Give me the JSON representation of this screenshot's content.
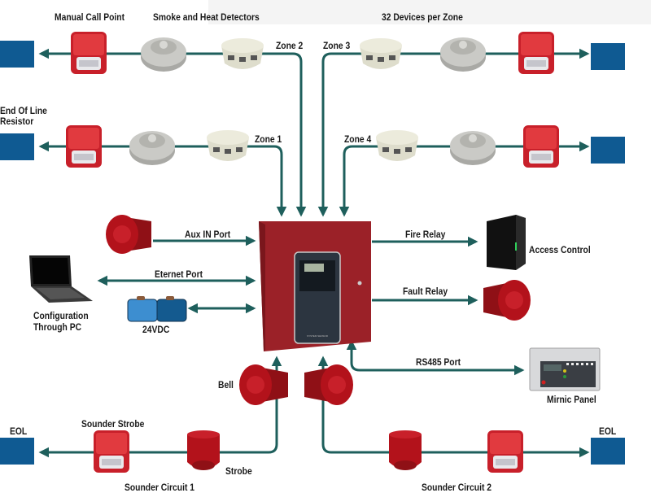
{
  "title_labels": {
    "manual_call_point": "Manual Call Point",
    "smoke_heat_detectors": "Smoke and Heat Detectors",
    "devices_per_zone": "32 Devices per Zone",
    "end_of_line_resistor_line1": "End Of Line",
    "end_of_line_resistor_line2": "Resistor"
  },
  "zones": [
    {
      "label": "Zone 1"
    },
    {
      "label": "Zone 2"
    },
    {
      "label": "Zone 3"
    },
    {
      "label": "Zone 4"
    }
  ],
  "ports": {
    "aux_in": "Aux IN Port",
    "ethernet": "Eternet Port",
    "power": "24VDC",
    "fire_relay": "Fire Relay",
    "fault_relay": "Fault Relay",
    "rs485": "RS485 Port"
  },
  "peripherals": {
    "pc_line1": "Configuration",
    "pc_line2": "Through PC",
    "access_control": "Access Control",
    "mirnic_panel": "Mirnic Panel"
  },
  "sounders": {
    "bell": "Bell",
    "sounder_strobe": "Sounder Strobe",
    "strobe": "Strobe",
    "circuit1": "Sounder Circuit 1",
    "circuit2": "Sounder Circuit 2",
    "eol_left": "EOL",
    "eol_right": "EOL"
  },
  "colors": {
    "wire": "#1e5f5c",
    "eol_box": "#0f5a92",
    "panel_red": "#9b2128",
    "panel_face": "#2c3540",
    "device_red": "#c8202a",
    "detector_gray": "#c9c9c4"
  },
  "panel": {
    "brand_text": "SYSTEM SENSOR"
  }
}
